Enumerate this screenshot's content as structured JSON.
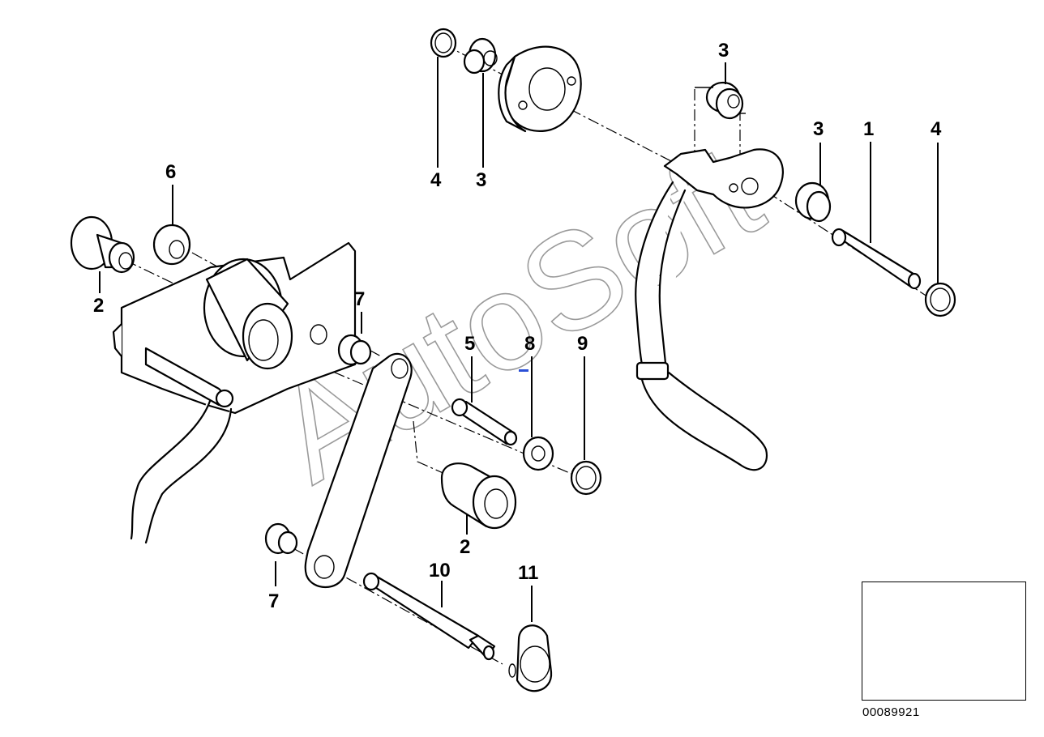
{
  "callouts": [
    {
      "id": "c1",
      "text": "1"
    },
    {
      "id": "c2a",
      "text": "2"
    },
    {
      "id": "c2b",
      "text": "2"
    },
    {
      "id": "c3a",
      "text": "3"
    },
    {
      "id": "c3b",
      "text": "3"
    },
    {
      "id": "c3c",
      "text": "3"
    },
    {
      "id": "c4a",
      "text": "4"
    },
    {
      "id": "c4b",
      "text": "4"
    },
    {
      "id": "c5",
      "text": "5"
    },
    {
      "id": "c6",
      "text": "6"
    },
    {
      "id": "c7a",
      "text": "7"
    },
    {
      "id": "c7b",
      "text": "7"
    },
    {
      "id": "c8",
      "text": "8"
    },
    {
      "id": "c9",
      "text": "9"
    },
    {
      "id": "c10",
      "text": "10"
    },
    {
      "id": "c11",
      "text": "11"
    }
  ],
  "watermark": "AutoSoft",
  "diagram_id": "00089921"
}
